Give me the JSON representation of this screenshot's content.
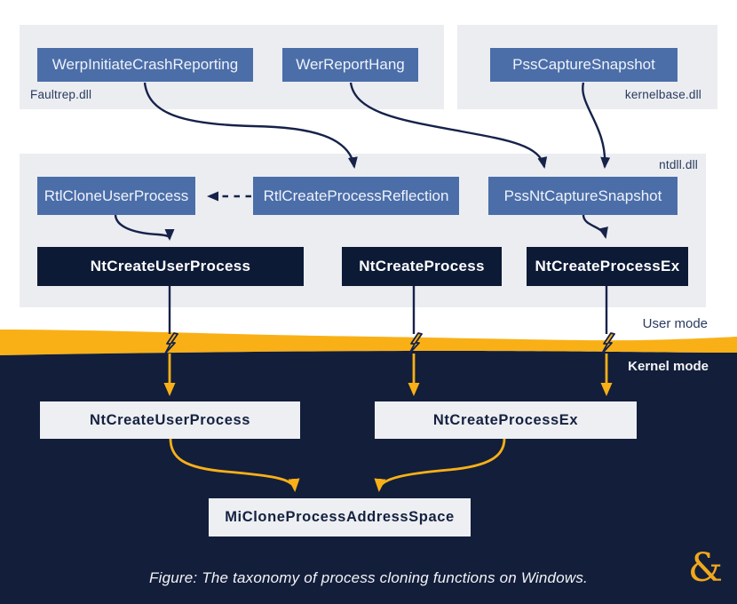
{
  "colors": {
    "accent_blue": "#4b6ea9",
    "navy": "#131e3a",
    "dark_box": "#0d1a36",
    "yellow": "#f9b017",
    "panel_gray": "#ebedf1",
    "white_box": "#edeff3"
  },
  "panels": {
    "faultrep": {
      "label": "Faultrep.dll",
      "boxes": [
        {
          "label": "WerpInitiateCrashReporting"
        },
        {
          "label": "WerReportHang"
        }
      ]
    },
    "kernelbase": {
      "label": "kernelbase.dll",
      "boxes": [
        {
          "label": "PssCaptureSnapshot"
        }
      ]
    },
    "ntdll": {
      "label": "ntdll.dll",
      "rtl": [
        {
          "label": "RtlCloneUserProcess"
        },
        {
          "label": "RtlCreateProcessReflection"
        },
        {
          "label": "PssNtCaptureSnapshot"
        }
      ],
      "nt": [
        {
          "label": "NtCreateUserProcess"
        },
        {
          "label": "NtCreateProcess"
        },
        {
          "label": "NtCreateProcessEx"
        }
      ]
    }
  },
  "modes": {
    "user": "User mode",
    "kernel": "Kernel mode"
  },
  "kernel_nodes": [
    {
      "label": "NtCreateUserProcess"
    },
    {
      "label": "NtCreateProcessEx"
    },
    {
      "label": "MiCloneProcessAddressSpace"
    }
  ],
  "caption": "Figure: The taxonomy of process cloning functions on Windows.",
  "logo_glyph": "&"
}
